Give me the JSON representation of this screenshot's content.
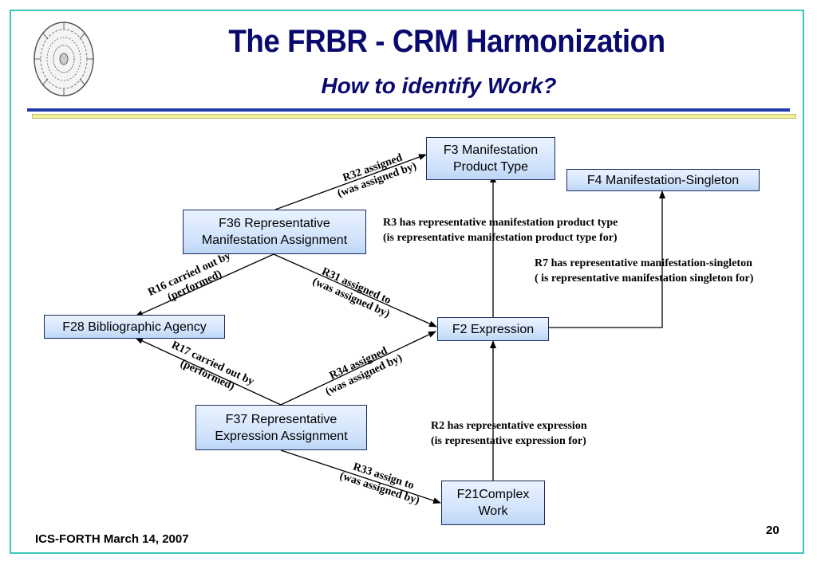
{
  "slide": {
    "title": "The FRBR - CRM Harmonization",
    "subtitle": "How to identify Work?",
    "footer": "ICS-FORTH  March 14, 2007",
    "page_number": "20"
  },
  "nodes": {
    "f3": "F3 Manifestation Product Type",
    "f4": "F4 Manifestation-Singleton",
    "f36": "F36 Representative Manifestation Assignment",
    "f28": "F28 Bibliographic Agency",
    "f2": "F2 Expression",
    "f37": "F37 Representative Expression Assignment",
    "f21": "F21Complex Work"
  },
  "edge_labels": {
    "r32_line1": "R32 assigned",
    "r32_line2": "(was assigned by)",
    "r16_line1": "R16 carried out by",
    "r16_line2": "(performed)",
    "r31_line1": "R31 assigned to",
    "r31_line2": "(was assigned by)",
    "r17_line1": "R17 carried out by",
    "r17_line2": "(performed)",
    "r34_line1": "R34 assigned",
    "r34_line2": "(was assigned by)",
    "r33_line1": "R33 assign to",
    "r33_line2": "(was assigned by)"
  },
  "notes": {
    "r3_line1": "R3 has representative manifestation product type",
    "r3_line2": "(is representative manifestation product type for)",
    "r7_line1": "R7 has representative manifestation-singleton",
    "r7_line2": "( is representative manifestation singleton for)",
    "r2_line1": "R2 has representative expression",
    "r2_line2": "(is representative expression for)"
  },
  "colors": {
    "frame": "#3cc8b8",
    "title": "#0a0a6e",
    "rule_blue": "#1f3aa8",
    "rule_yellow": "#f2ef9a",
    "box_fill": "#cfe2fb"
  }
}
